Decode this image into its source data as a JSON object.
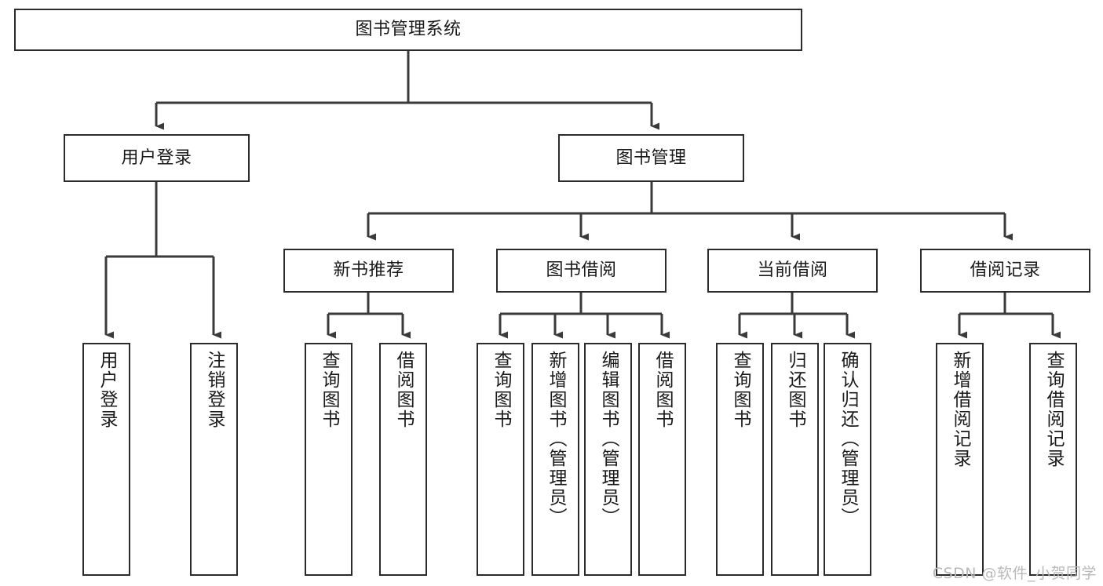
{
  "diagram": {
    "title": "图书管理系统",
    "watermark": "CSDN @软件_小贺同学",
    "style": {
      "box_fill": "#ffffff",
      "box_stroke": "#2b2b2b",
      "connector_stroke": "#3a3a3a",
      "text_color": "#1a1a1a",
      "watermark_color": "#b9b9b9",
      "background": "#ffffff"
    },
    "root": {
      "label": "图书管理系统",
      "orientation": "horizontal"
    },
    "level2": [
      {
        "label": "用户登录",
        "orientation": "horizontal"
      },
      {
        "label": "图书管理",
        "orientation": "horizontal"
      }
    ],
    "level3": [
      {
        "label": "新书推荐",
        "orientation": "horizontal"
      },
      {
        "label": "图书借阅",
        "orientation": "horizontal"
      },
      {
        "label": "当前借阅",
        "orientation": "horizontal"
      },
      {
        "label": "借阅记录",
        "orientation": "horizontal"
      }
    ],
    "leaves": {
      "user_login": [
        {
          "label": "用户登录",
          "orientation": "vertical"
        },
        {
          "label": "注销登录",
          "orientation": "vertical"
        }
      ],
      "new_book_recommend": [
        {
          "label": "查询图书",
          "orientation": "vertical"
        },
        {
          "label": "借阅图书",
          "orientation": "vertical"
        }
      ],
      "book_borrow": [
        {
          "label": "查询图书",
          "orientation": "vertical"
        },
        {
          "label": "新增图书（管理员）",
          "orientation": "vertical"
        },
        {
          "label": "编辑图书（管理员）",
          "orientation": "vertical"
        },
        {
          "label": "借阅图书",
          "orientation": "vertical"
        }
      ],
      "current_borrow": [
        {
          "label": "查询图书",
          "orientation": "vertical"
        },
        {
          "label": "归还图书",
          "orientation": "vertical"
        },
        {
          "label": "确认归还（管理员）",
          "orientation": "vertical"
        }
      ],
      "borrow_record": [
        {
          "label": "新增借阅记录",
          "orientation": "vertical"
        },
        {
          "label": "查询借阅记录",
          "orientation": "vertical"
        }
      ]
    }
  }
}
